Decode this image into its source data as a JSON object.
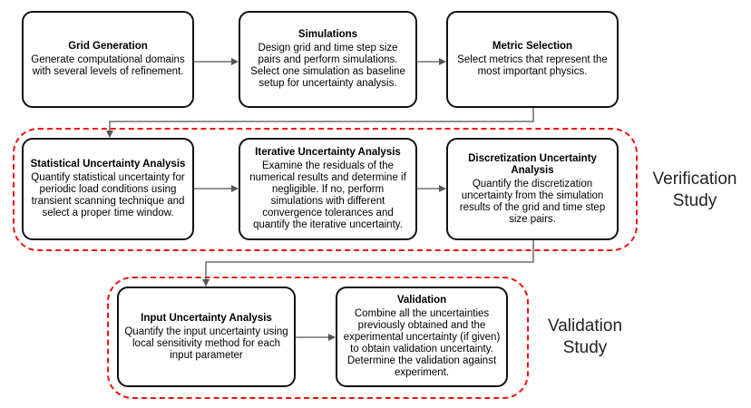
{
  "boxes": {
    "grid": {
      "title": "Grid Generation",
      "desc": "Generate computational domains with several levels of refinement."
    },
    "sim": {
      "title": "Simulations",
      "desc": "Design grid and time step size pairs and perform simulations. Select one simulation as baseline setup for uncertainty analysis."
    },
    "metric": {
      "title": "Metric Selection",
      "desc": "Select metrics that represent the most important physics."
    },
    "stat": {
      "title": "Statistical Uncertainty Analysis",
      "desc": "Quantify statistical uncertainty for periodic load conditions using transient scanning technique and select a proper time window."
    },
    "iter": {
      "title": "Iterative Uncertainty Analysis",
      "desc": "Examine the residuals of the numerical results and determine if negligible. If no, perform simulations with different convergence tolerances and quantify the iterative uncertainty."
    },
    "disc": {
      "title": "Discretization Uncertainty Analysis",
      "desc": "Quantify the discretization uncertainty from the simulation results of the grid and time step size pairs."
    },
    "input": {
      "title": "Input Uncertainty Analysis",
      "desc": "Quantify the input uncertainty using local sensitivity method for each input parameter"
    },
    "valid": {
      "title": "Validation",
      "desc": "Combine all the uncertainties previously obtained and the experimental uncertainty (if given) to obtain validation uncertainty. Determine the validation against experiment."
    }
  },
  "groups": {
    "verification": {
      "label": "Verification Study"
    },
    "validation": {
      "label": "Validation Study"
    }
  },
  "colors": {
    "group_border": "#e11111",
    "box_border": "#111111",
    "arrow": "#555555"
  }
}
